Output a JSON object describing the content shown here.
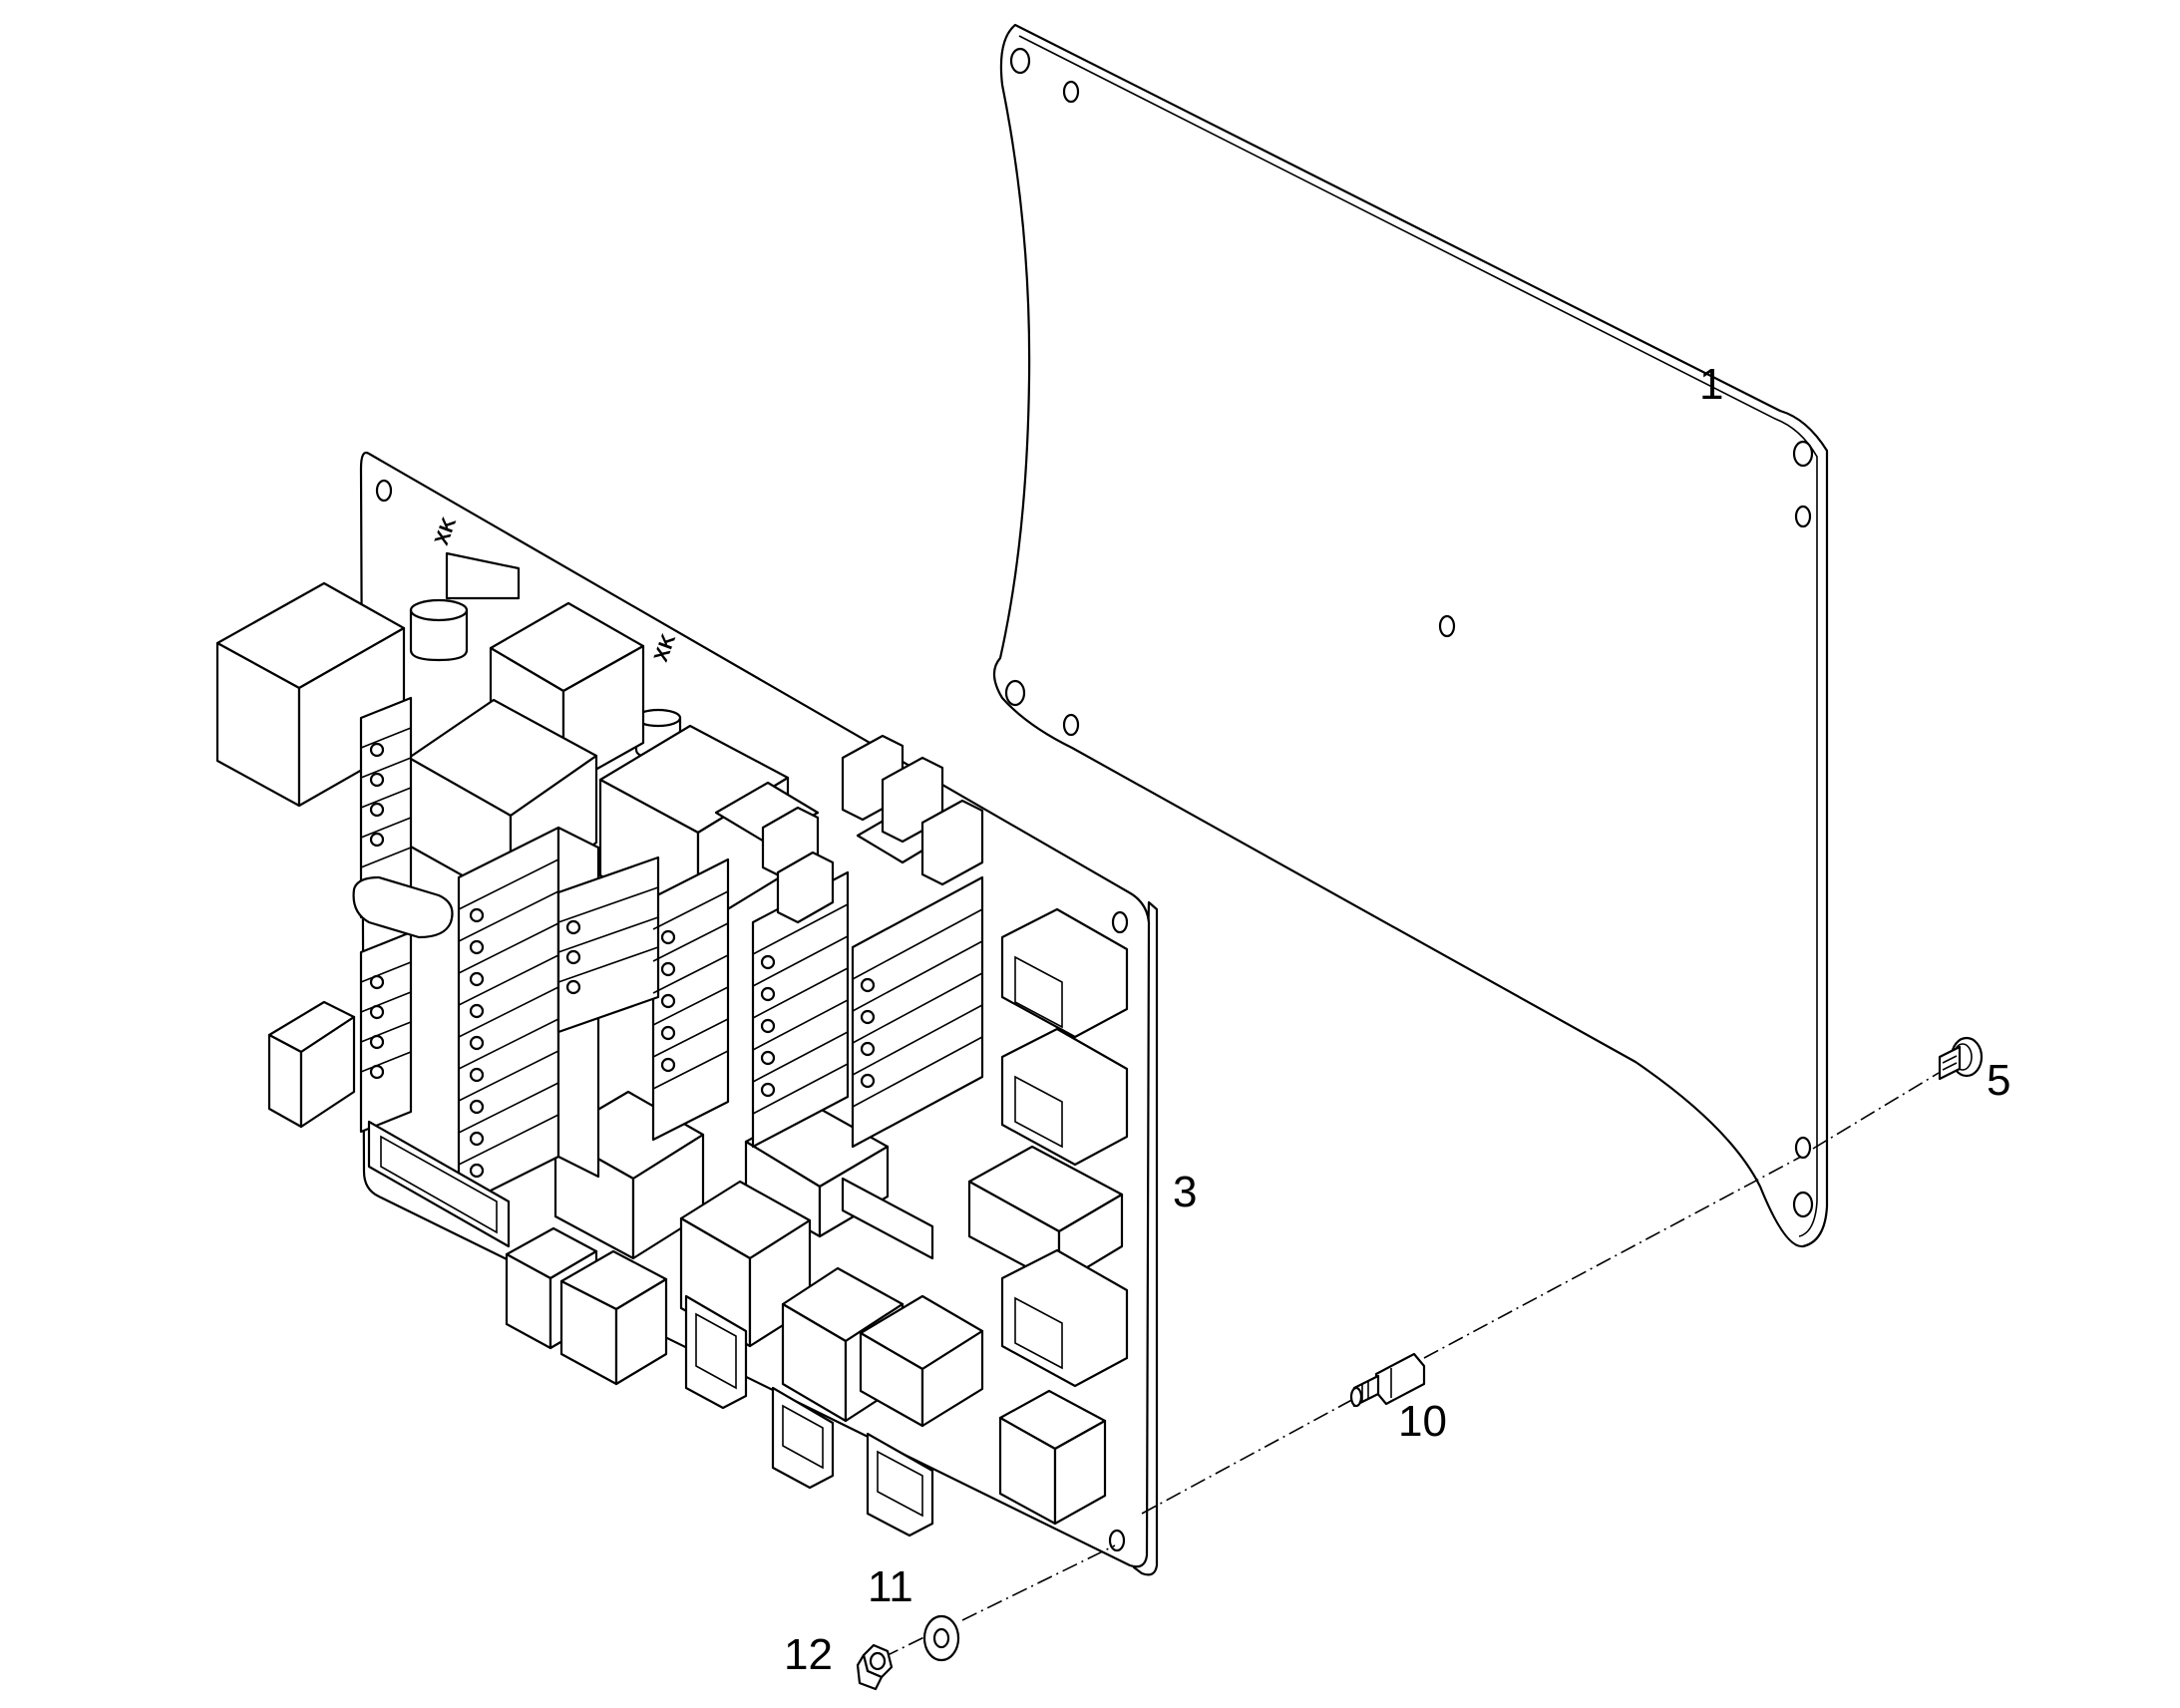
{
  "callouts": {
    "mounting_plate": "1",
    "circuit_board": "3",
    "screw": "5",
    "standoff": "10",
    "washer": "11",
    "nut": "12"
  },
  "board_markings": {
    "connector_label_a": "XK",
    "connector_label_b": "XK"
  }
}
